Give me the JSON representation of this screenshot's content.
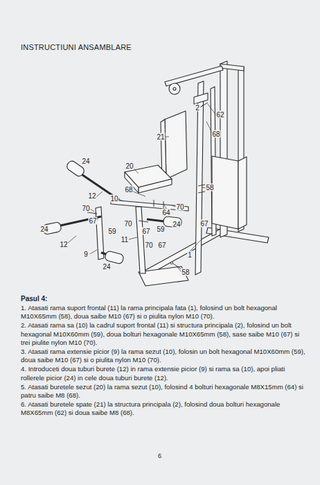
{
  "diagram": {
    "title": "INSTRUCTIUNI ANSAMBLARE",
    "labels": [
      "2",
      "62",
      "68",
      "21",
      "24",
      "20",
      "68",
      "12",
      "10",
      "58",
      "70",
      "64",
      "70",
      "67",
      "70",
      "24",
      "59",
      "67",
      "59",
      "24",
      "67",
      "12",
      "11",
      "70",
      "67",
      "9",
      "24",
      "1",
      "58",
      "Pasul 4:",
      "1. Atasati rama suport frontal (11) la rama principala fata (1), folosind un bolt hexagonal M10X65mm (58), doua saibe M10 (67) si o piulita nylon M10 (70).",
      "2. Atasati rama sa (10) la cadrul suport frontal (11) si structura principala (2), folosind un bolt hexagonal M10X60mm (59), doua bolturi hexagonale M10X65mm (58), sase saibe M10 (67) si trei piulite nylon M10 (70).",
      "3. Atasati rama extensie picior (9) la rama sezut (10), folosin un bolt hexagonal M10X60mm (59), doua saibe M10 (67) si o piulita nylon M10 (70).",
      "4. Introduceti doua tuburi burete (12) in rama extensie picior (9) si rama sa (10), apoi pliati rollerele picior (24) in cele doua tuburi burete (12).",
      "5. Atasati buretele sezut (20) la rama sezut (10), folosind 4 bolturi hexagonale M8X15mm (64) si patru saibe M8 (68).",
      "6. Atasati buretele spate (21) la structura principala (2), folosind doua bolturi hexagonale M8X65mm (62) si doua saibe M8 (68).",
      "6"
    ]
  }
}
